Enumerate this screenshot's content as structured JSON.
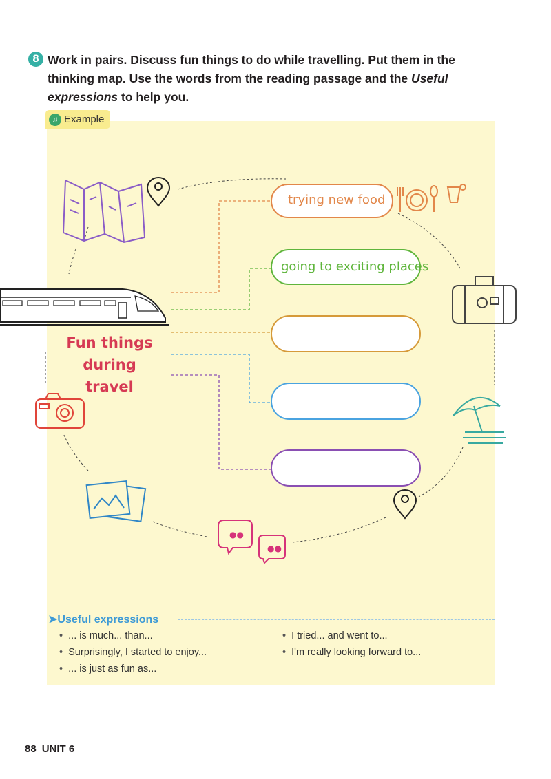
{
  "task": {
    "number": "8",
    "instruction_parts": [
      "Work in pairs. Discuss fun things to do while travelling. Put them in the thinking map. Use the words from the reading passage and the ",
      "Useful expressions",
      " to help you."
    ]
  },
  "example_tag": {
    "label": "Example"
  },
  "thinking_map": {
    "center": {
      "line1": "Fun things",
      "line2": "during travel"
    },
    "boxes": [
      {
        "text": "trying new food",
        "color": "#e2874a"
      },
      {
        "text": "going to exciting places",
        "color": "#5fb53c"
      },
      {
        "text": "",
        "color": "#d69a3a"
      },
      {
        "text": "",
        "color": "#4aa3e0"
      },
      {
        "text": "",
        "color": "#8a4fb3"
      }
    ]
  },
  "useful_expressions": {
    "heading": "Useful expressions",
    "left": [
      "... is much... than...",
      "Surprisingly, I started to enjoy...",
      "... is just as fun as..."
    ],
    "right": [
      "I tried... and went to...",
      "I'm really looking forward to..."
    ]
  },
  "footer": {
    "page": "88",
    "unit": "UNIT 6"
  },
  "colors": {
    "panel": "#fdf8cf",
    "title": "#d63a54",
    "accent_blue": "#3d9ad6",
    "badge": "#35b0a5"
  }
}
